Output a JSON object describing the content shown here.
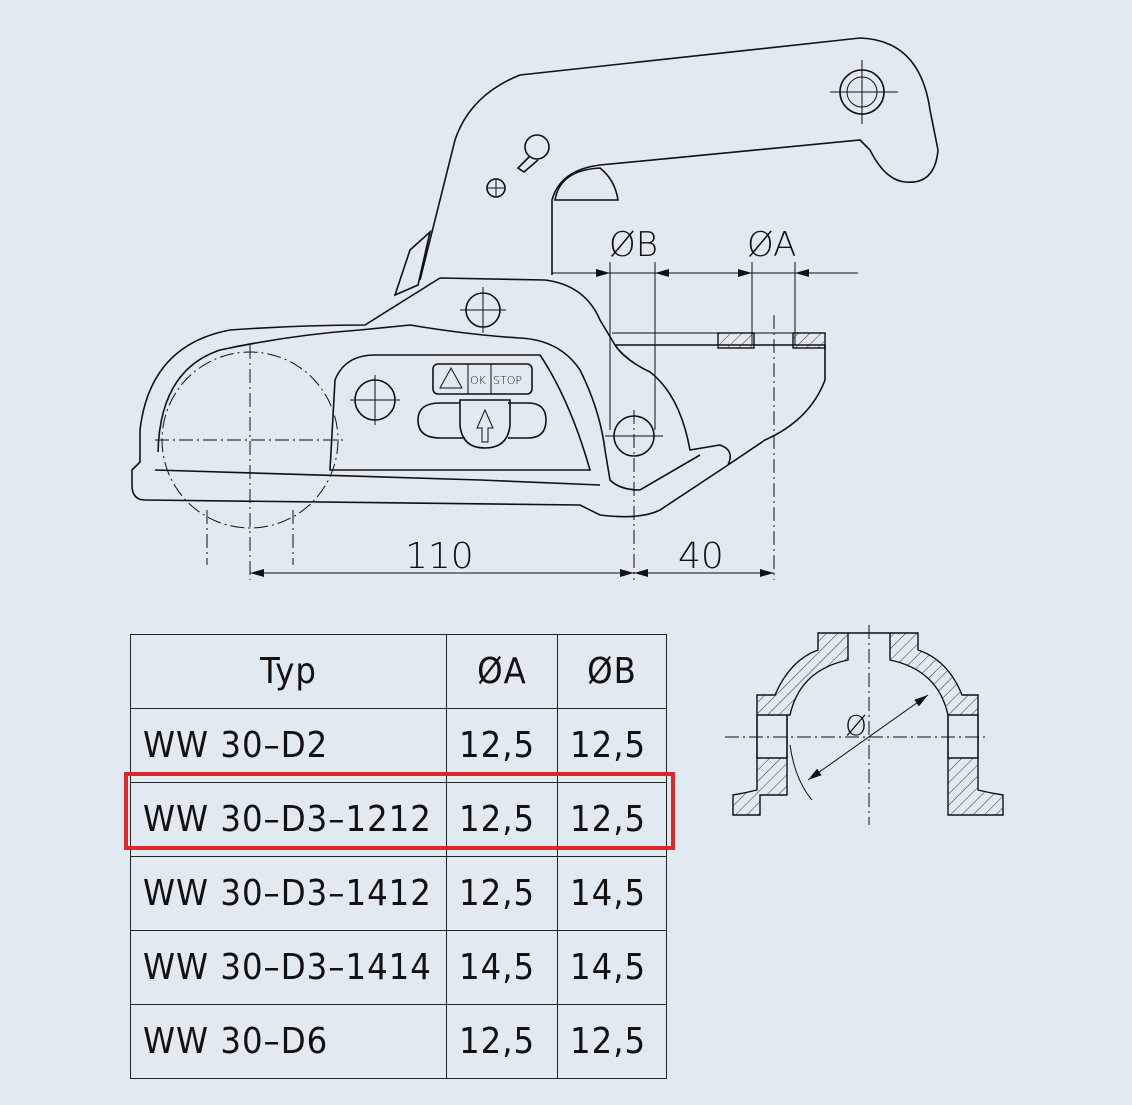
{
  "drawing": {
    "dim_B_label": "ØB",
    "dim_A_label": "ØA",
    "dim_110": "110",
    "dim_40": "40",
    "warning_label": {
      "ok": "OK",
      "stop": "STOP"
    },
    "section_diameter_label": "Ø"
  },
  "table": {
    "headers": [
      "Typ",
      "ØA",
      "ØB"
    ],
    "rows": [
      {
        "typ": "WW  30–D2",
        "a": "12,5",
        "b": "12,5"
      },
      {
        "typ": "WW  30–D3–1212",
        "a": "12,5",
        "b": "12,5"
      },
      {
        "typ": "WW  30–D3–1412",
        "a": "12,5",
        "b": "14,5"
      },
      {
        "typ": "WW  30–D3–1414",
        "a": "14,5",
        "b": "14,5"
      },
      {
        "typ": "WW  30–D6",
        "a": "12,5",
        "b": "12,5"
      }
    ],
    "highlighted_row": 1,
    "highlight_color": "#e0262a"
  }
}
